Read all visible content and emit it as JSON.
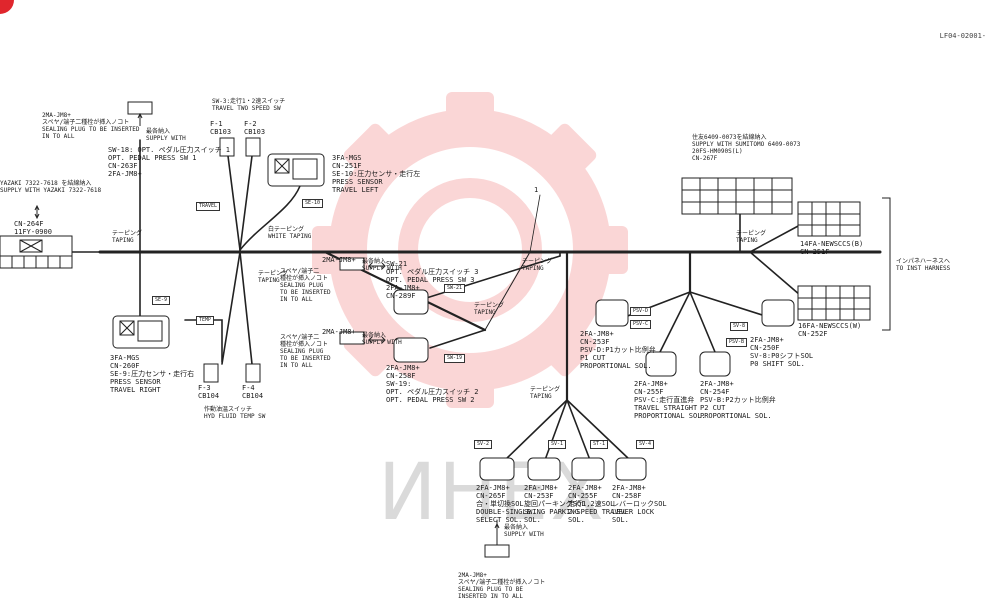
{
  "doc_code": "LF04-02001-",
  "watermark": {
    "text": "ИНЕХ",
    "gear_color": "#f7b5b5"
  },
  "corner_mark_color": "#e0262d",
  "tags": {
    "travel": "TRAVEL",
    "se10": "SE-10",
    "se9": "SE-9",
    "temp": "TEMP",
    "sw21": "SW-21",
    "sw19": "SW-19",
    "psvc": "PSV-C",
    "psvb": "PSV-B",
    "psvd": "PSV-D",
    "sv8": "SV-8",
    "sv2": "SV-2",
    "sv1": "SV-1",
    "st1": "ST-1",
    "sv4": "SV-4"
  },
  "labels": {
    "plug_left_top": "2MA-JM8+\nスペヤ/端子二種栓が挿入ノコト\nSEALING PLUG TO BE INSERTED\nIN TO ALL",
    "supply_left_top": "最各納入\nSUPPLY WITH",
    "sw18": "SW-18: OPT. ペダル圧力スイッチ 1\nOPT. PEDAL PRESS SW 1\nCN-263F\n2FA-JM8+",
    "sw3": "SW-3:走行1・2速スイッチ\nTRAVEL TWO SPEED SW",
    "f1": "F-1\nCB103",
    "f2": "F-2\nCB103",
    "cn251f_top": "3FA-MGS\nCN-251F\nSE-10:圧力センサ・走行左\nPRESS SENSOR\nTRAVEL LEFT",
    "yazaki": "YAZAKI 7322-7618 を結線納入\nSUPPLY WITH YAZAKI 7322-7618",
    "cn264f": "CN-264F\n11FY-0900",
    "taping_left": "テーピング\nTAPING",
    "white_taping": "白テーピング\nWHITE TAPING",
    "taping_mid": "テーピング\nTAPING",
    "wire_no": "1",
    "cn260f": "3FA-MGS\nCN-260F\nSE-9:圧力センサ・走行右\nPRESS SENSOR\nTRAVEL RIGHT",
    "f3": "F-3\nCB104",
    "f4": "F-4\nCB104",
    "temp_sw": "作動油温スイッチ\nHYD FLUID TEMP SW",
    "plug_mid1": "スペヤ/端子二\n種栓が挿入ノコト\nSEALING PLUG\nTO BE INSERTED\nIN TO ALL",
    "plug_mid1_code": "2MA-JM8+",
    "supply_mid1": "最各納入\nSUPPLY WITH",
    "sw21": "SW-21\nOPT. ペダル圧力スイッチ 3\nOPT. PEDAL PRESS SW 3\n2FA-JM8+\nCN-289F",
    "plug_mid2": "スペヤ/端子二\n種栓が挿入ノコト\nSEALING PLUG\nTO BE INSERTED\nIN TO ALL",
    "plug_mid2_code": "2MA-JM8+",
    "supply_mid2": "最各納入\nSUPPLY WITH",
    "sw19": "2FA-JM8+\nCN-258F\nSW-19:\nOPT. ペダル圧力スイッチ 2\nOPT. PEDAL PRESS SW 2",
    "taping_sw": "テーピング\nTAPING",
    "taping_right": "テーピング\nTAPING",
    "cn267f": "住友6409-0073を結線納入\nSUPPLY WITH SUMITOMO 6409-0073\n20FS-HM090S(L)\nCN-267F",
    "taping_right2": "テーピング\nTAPING",
    "cn251f_right": "14FA-NEWSCCS(B)\nCN-251F",
    "to_inst": "インパネハーネスへ\nTO INST HARNESS",
    "cn252f": "16FA-NEWSCCS(W)\nCN-252F",
    "cn253f_psvd": "2FA-JM8+\nCN-253F\nPSV-D:P1カット比例弁\nP1 CUT\nPROPORTIONAL SOL.",
    "cn250f": "2FA-JM8+\nCN-250F\nSV-8:P0シフトSOL\nP0 SHIFT SOL.",
    "cn255f_psvc": "2FA-JM8+\nCN-255F\nPSV-C:走行直進弁\nTRAVEL STRAIGHT\nPROPORTIONAL SOL.",
    "cn254f": "2FA-JM8+\nCN-254F\nPSV-B:P2カット比例弁\nP2 CUT\nPROPORTIONAL SOL.",
    "taping_bottom": "テーピング\nTAPING",
    "cn265f": "2FA-JM8+\nCN-265F\n合・単切換SOL\nDOUBLE-SINGLE\nSELECT SOL.",
    "cn253f_bot": "2FA-JM8+\nCN-253F\n旋回パーキングSOL\nSWING PARKING\nSOL.",
    "cn255f_bot": "2FA-JM8+\nCN-255F\n走行1,2速SOL\n2-SPEED TRAVEL\nSOL.",
    "cn258f_bot": "2FA-JM8+\nCN-258F\nレバーロックSOL\nLEVER LOCK\nSOL.",
    "supply_bottom": "最各納入\nSUPPLY WITH",
    "plug_bottom": "2MA-JM8+\nスペヤ/端子二種栓が挿入ノコト\nSEALING PLUG TO BE\nINSERTED IN TO ALL"
  }
}
